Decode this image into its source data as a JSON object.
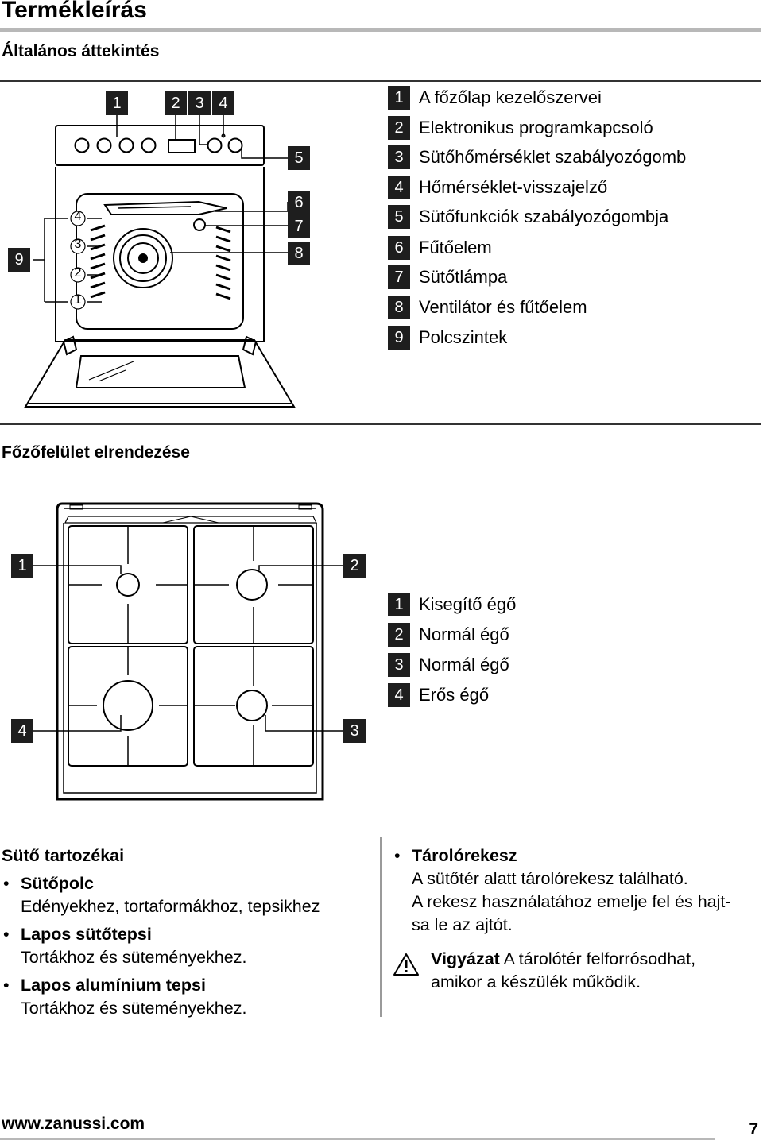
{
  "page": {
    "title": "Termékleírás",
    "section_overview": "Általános áttekintés",
    "section_hob": "Főzőfelület elrendezése",
    "footer_url": "www.zanussi.com",
    "page_number": "7"
  },
  "overview": {
    "top_callouts": [
      "1",
      "2",
      "3",
      "4"
    ],
    "right_callouts": [
      "5",
      "6",
      "7",
      "8"
    ],
    "left_callout": "9",
    "shelf_levels": [
      "4",
      "3",
      "2",
      "1"
    ],
    "legend": [
      {
        "num": "1",
        "text": "A főzőlap kezelőszervei"
      },
      {
        "num": "2",
        "text": "Elektronikus programkapcsoló"
      },
      {
        "num": "3",
        "text": "Sütőhőmérséklet szabályozógomb"
      },
      {
        "num": "4",
        "text": "Hőmérséklet-visszajelző"
      },
      {
        "num": "5",
        "text": "Sütőfunkciók szabályozógombja"
      },
      {
        "num": "6",
        "text": "Fűtőelem"
      },
      {
        "num": "7",
        "text": "Sütőtlámpa"
      },
      {
        "num": "8",
        "text": "Ventilátor és fűtőelem"
      },
      {
        "num": "9",
        "text": "Polcszintek"
      }
    ]
  },
  "hob": {
    "callouts": [
      "1",
      "2",
      "3",
      "4"
    ],
    "legend": [
      {
        "num": "1",
        "text": "Kisegítő égő"
      },
      {
        "num": "2",
        "text": "Normál égő"
      },
      {
        "num": "3",
        "text": "Normál égő"
      },
      {
        "num": "4",
        "text": "Erős égő"
      }
    ]
  },
  "accessories": {
    "title": "Sütő tartozékai",
    "items": [
      {
        "name": "Sütőpolc",
        "desc": "Edényekhez, tortaformákhoz, tepsikhez"
      },
      {
        "name": "Lapos sütőtepsi",
        "desc": "Tortákhoz és süteményekhez."
      },
      {
        "name": "Lapos alumínium tepsi",
        "desc": "Tortákhoz és süteményekhez."
      }
    ]
  },
  "drawer": {
    "title": "Tárolórekesz",
    "line1": "A sütőtér alatt tárolórekesz található.",
    "line2": "A rekesz használatához emelje fel és hajt-",
    "line3": "sa le az ajtót.",
    "warning_label": "Vigyázat",
    "warning_line1": "A tárolótér felforrósodhat,",
    "warning_line2": "amikor a készülék működik."
  }
}
